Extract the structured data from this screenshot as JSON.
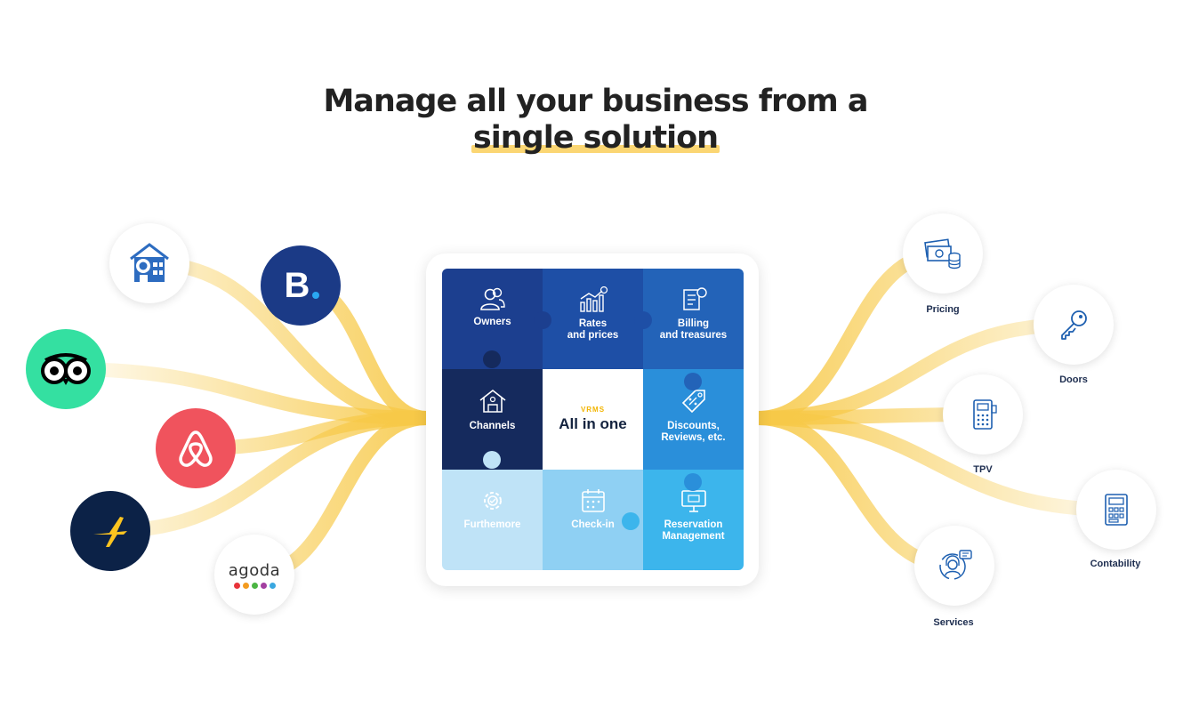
{
  "title": {
    "line1": "Manage all your business from a",
    "line2": "single solution"
  },
  "channels": [
    {
      "name": "hostelworld-logo"
    },
    {
      "name": "booking-logo",
      "text": "B."
    },
    {
      "name": "tripadvisor-logo"
    },
    {
      "name": "airbnb-logo"
    },
    {
      "name": "expedia-logo"
    },
    {
      "name": "agoda-logo",
      "text": "agoda"
    }
  ],
  "center": {
    "sub": "VRMS",
    "main": "All in one"
  },
  "tiles": [
    {
      "label1": "Owners",
      "label2": "",
      "color": "#1c3f8f",
      "icon": "users-icon"
    },
    {
      "label1": "Rates",
      "label2": "and prices",
      "color": "#1e4fa6",
      "icon": "chart-icon"
    },
    {
      "label1": "Billing",
      "label2": "and treasures",
      "color": "#2363b8",
      "icon": "invoice-icon"
    },
    {
      "label1": "Channels",
      "label2": "",
      "color": "#152a5d",
      "icon": "house-icon"
    },
    {
      "label1": "Discounts,",
      "label2": "Reviews, etc.",
      "color": "#2a8fda",
      "icon": "tag-icon"
    },
    {
      "label1": "Furthemore",
      "label2": "",
      "color": "#bfe3f7",
      "icon": "gear-icon"
    },
    {
      "label1": "Check-in",
      "label2": "",
      "color": "#8fd0f3",
      "icon": "calendar-icon"
    },
    {
      "label1": "Reservation",
      "label2": "Management",
      "color": "#3cb5ec",
      "icon": "computer-icon"
    }
  ],
  "features": [
    {
      "label": "Pricing",
      "icon": "money-icon"
    },
    {
      "label": "Doors",
      "icon": "key-icon"
    },
    {
      "label": "TPV",
      "icon": "pos-terminal-icon"
    },
    {
      "label": "Contability",
      "icon": "calculator-icon"
    },
    {
      "label": "Services",
      "icon": "support-icon"
    }
  ],
  "colors": {
    "ray": "#f7c948",
    "booking": "#1b3a86",
    "tripadvisor": "#34e0a1",
    "airbnb": "#f0535d",
    "expedia": "#0c2247",
    "expedia_plane": "#fcc420",
    "icon_blue": "#1d5fb0"
  }
}
